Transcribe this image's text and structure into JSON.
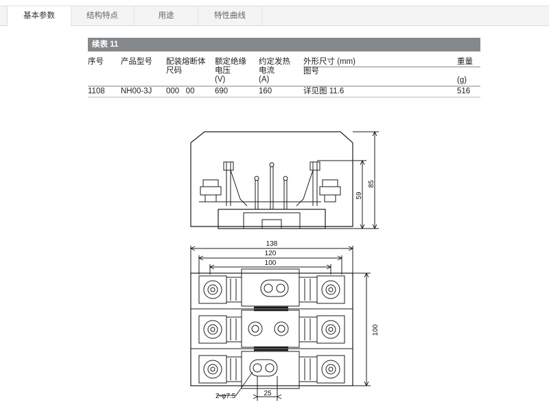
{
  "tabs": [
    {
      "label": "基本参数",
      "active": true
    },
    {
      "label": "结构特点",
      "active": false
    },
    {
      "label": "用途",
      "active": false
    },
    {
      "label": "特性曲线",
      "active": false
    }
  ],
  "table": {
    "title": "续表 11",
    "headers": {
      "seq": "序号",
      "model": "产品型号",
      "fuse_size": [
        "配装熔断体",
        "尺码"
      ],
      "voltage": [
        "额定绝缘",
        "电压",
        "(V)"
      ],
      "current": [
        "约定发热",
        "电流",
        "(A)"
      ],
      "dims": [
        "外形尺寸 (mm)",
        "图号"
      ],
      "weight": [
        "重量",
        "(g)"
      ]
    },
    "rows": [
      {
        "seq": "1108",
        "model": "NH00-3J",
        "fuse_size": "000   00",
        "voltage": "690",
        "current": "160",
        "dims": "详见图 11.6",
        "weight": "516"
      }
    ]
  },
  "drawing": {
    "dim_85": "85",
    "dim_59": "59",
    "dim_138": "138",
    "dim_120": "120",
    "dim_100_top": "100",
    "dim_100_side": "100",
    "dim_25": "25",
    "dim_hole": "2-φ7.5"
  },
  "colors": {
    "table_header_bg": "#86898c",
    "tab_bg": "#f4f4f4"
  }
}
